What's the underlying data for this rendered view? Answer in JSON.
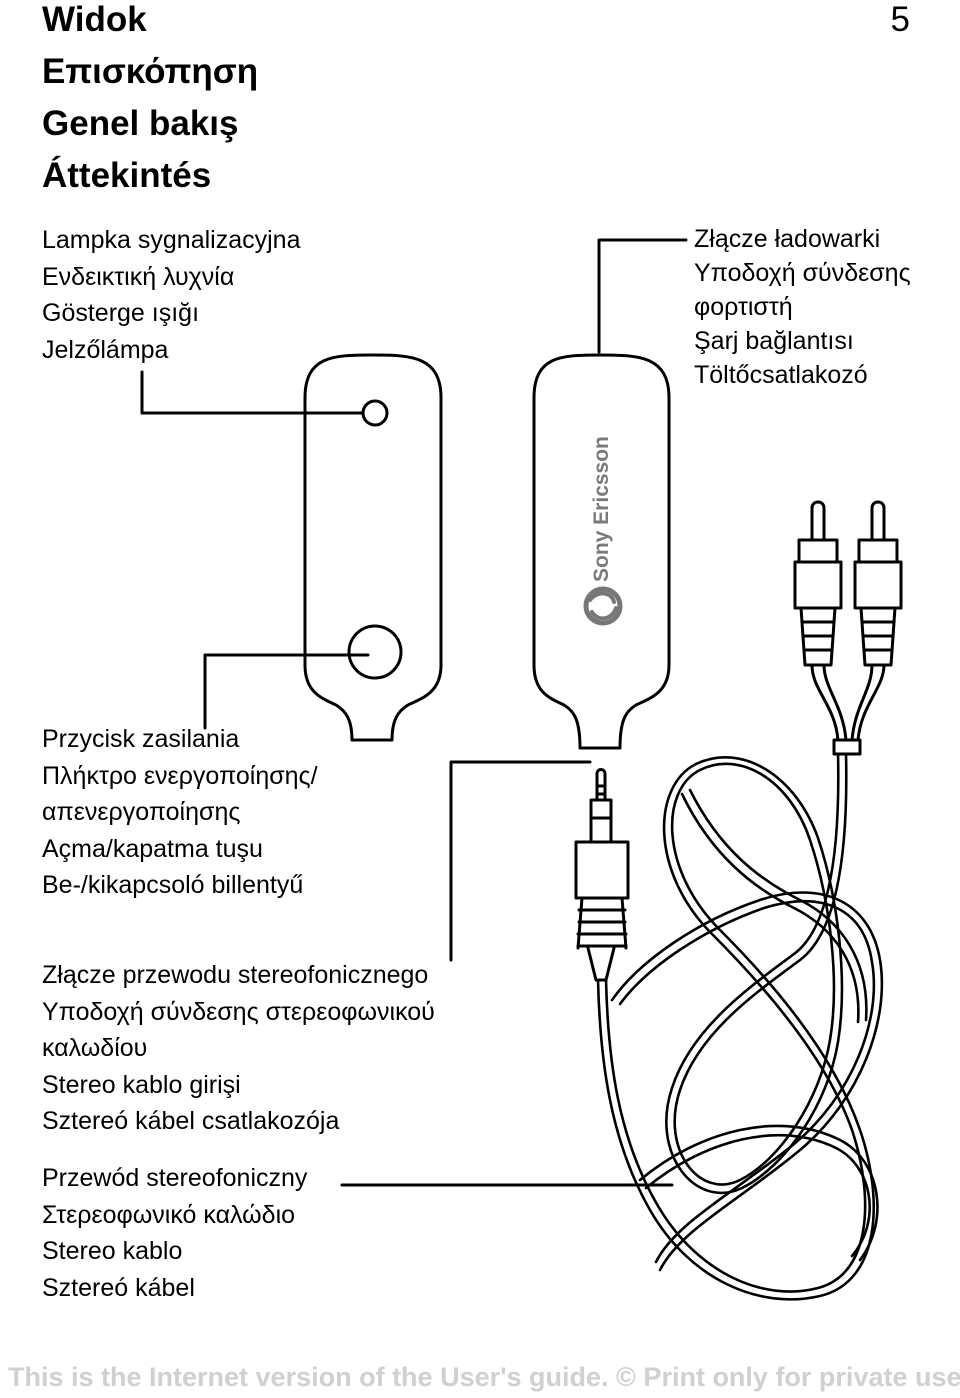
{
  "page_number": "5",
  "headings": [
    "Widok",
    "Επισκόπηση",
    "Genel bakış",
    "Áttekintés"
  ],
  "labels": {
    "indicator_light": [
      "Lampka sygnalizacyjna",
      "Ενδεικτική λυχνία",
      "Gösterge ışığı",
      "Jelzőlámpa"
    ],
    "charger_connector": [
      "Złącze ładowarki",
      "Υποδοχή σύνδεσης",
      "φορτιστή",
      "Şarj bağlantısı",
      "Töltőcsatlakozó"
    ],
    "power_key": [
      "Przycisk zasilania",
      "Πλήκτρο ενεργοποίησης/",
      "απενεργοποίησης",
      "Açma/kapatma tuşu",
      "Be-/kikapcsoló billentyű"
    ],
    "stereo_cable_connector": [
      "Złącze przewodu stereofonicznego",
      "Υποδοχή σύνδεσης στερεοφωνικού",
      "καλωδίου",
      "Stereo kablo girişi",
      "Sztereó kábel csatlakozója"
    ],
    "stereo_cable": [
      "Przewód stereofoniczny",
      "Στερεοφωνικό καλώδιο",
      "Stereo kablo",
      "Sztereó kábel"
    ]
  },
  "device_brand": "Sony Ericsson",
  "footer": "This is the Internet version of the User's guide. © Print only for private use."
}
